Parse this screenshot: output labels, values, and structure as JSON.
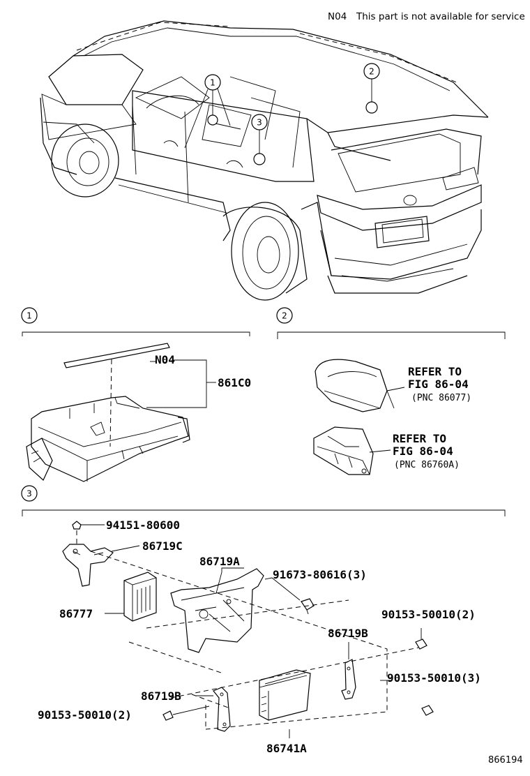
{
  "note": {
    "code": "N04",
    "text": "This part is not available for service"
  },
  "figure_number": "866194",
  "callouts": [
    "1",
    "2",
    "3"
  ],
  "section1": {
    "callout": "1",
    "labels": {
      "n04": "N04",
      "part": "861C0"
    }
  },
  "section2": {
    "callout": "2",
    "refs": [
      {
        "line1": "REFER TO",
        "line2": "FIG 86-04",
        "line3": "(PNC 86077)"
      },
      {
        "line1": "REFER TO",
        "line2": "FIG 86-04",
        "line3": "(PNC 86760A)"
      }
    ]
  },
  "section3": {
    "callout": "3",
    "parts": {
      "bolt_top": "94151-80600",
      "bracket_c": "86719C",
      "bracket_a": "86719A",
      "screw_a": "91673-80616(3)",
      "pad": "86777",
      "screw_b_top": "90153-50010(2)",
      "bracket_b_right": "86719B",
      "screw_b_right": "90153-50010(3)",
      "bracket_b_left": "86719B",
      "screw_b_left": "90153-50010(2)",
      "module": "86741A"
    }
  }
}
